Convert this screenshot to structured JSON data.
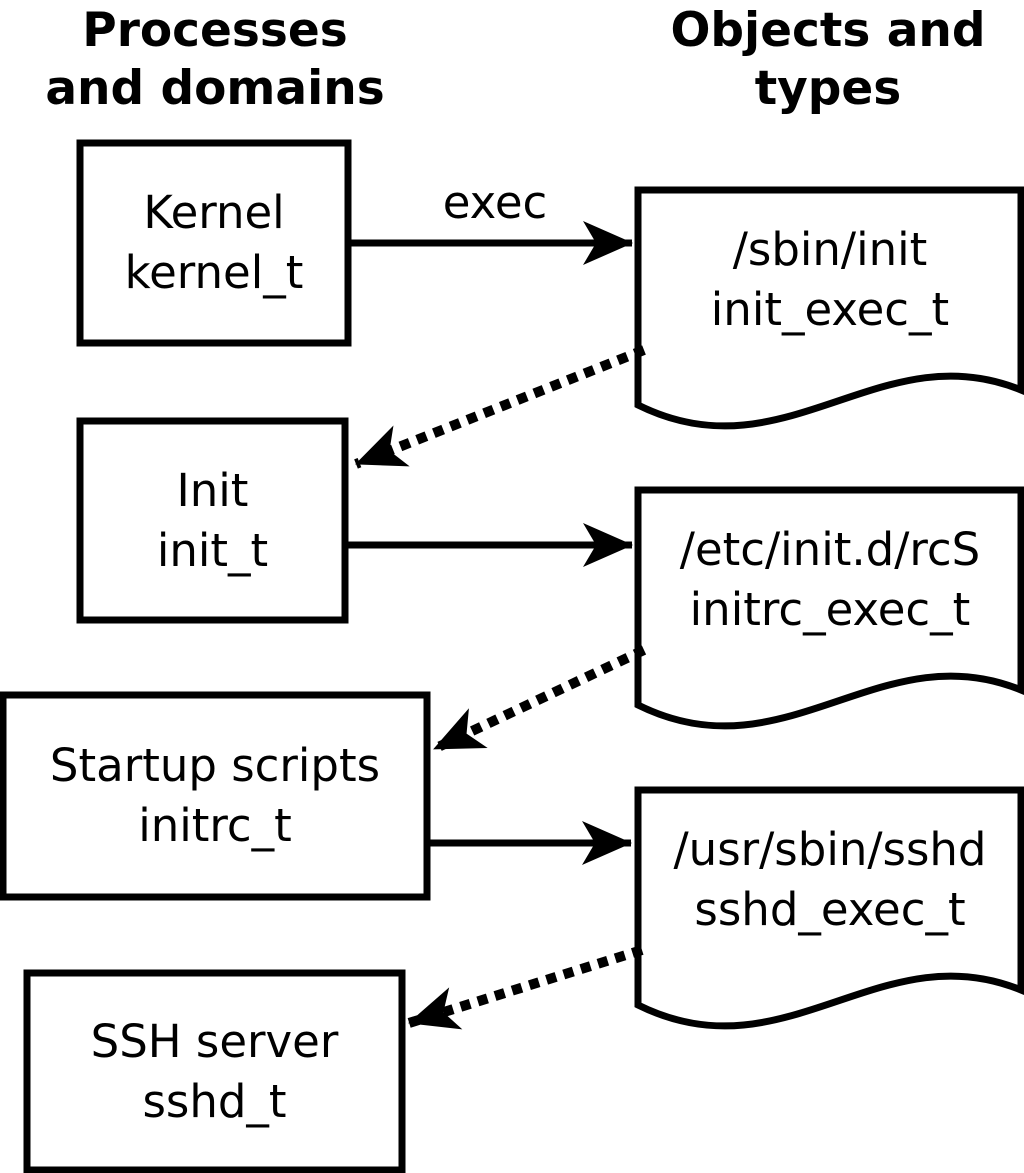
{
  "headers": {
    "left": "Processes\nand domains",
    "right": "Objects and\ntypes"
  },
  "processes": [
    {
      "name": "Kernel",
      "type": "kernel_t"
    },
    {
      "name": "Init",
      "type": "init_t"
    },
    {
      "name": "Startup scripts",
      "type": "initrc_t"
    },
    {
      "name": "SSH server",
      "type": "sshd_t"
    }
  ],
  "objects": [
    {
      "path": "/sbin/init",
      "type": "init_exec_t"
    },
    {
      "path": "/etc/init.d/rcS",
      "type": "initrc_exec_t"
    },
    {
      "path": "/usr/sbin/sshd",
      "type": "sshd_exec_t"
    }
  ],
  "edges": [
    {
      "from": "Kernel kernel_t",
      "to": "/sbin/init init_exec_t",
      "style": "solid",
      "label": "exec"
    },
    {
      "from": "/sbin/init init_exec_t",
      "to": "Init init_t",
      "style": "dotted",
      "label": ""
    },
    {
      "from": "Init init_t",
      "to": "/etc/init.d/rcS initrc_exec_t",
      "style": "solid",
      "label": ""
    },
    {
      "from": "/etc/init.d/rcS initrc_exec_t",
      "to": "Startup scripts initrc_t",
      "style": "dotted",
      "label": ""
    },
    {
      "from": "Startup scripts initrc_t",
      "to": "/usr/sbin/sshd sshd_exec_t",
      "style": "solid",
      "label": ""
    },
    {
      "from": "/usr/sbin/sshd sshd_exec_t",
      "to": "SSH server sshd_t",
      "style": "dotted",
      "label": ""
    }
  ],
  "colors": {
    "ink": "#000000",
    "paper": "#ffffff"
  }
}
